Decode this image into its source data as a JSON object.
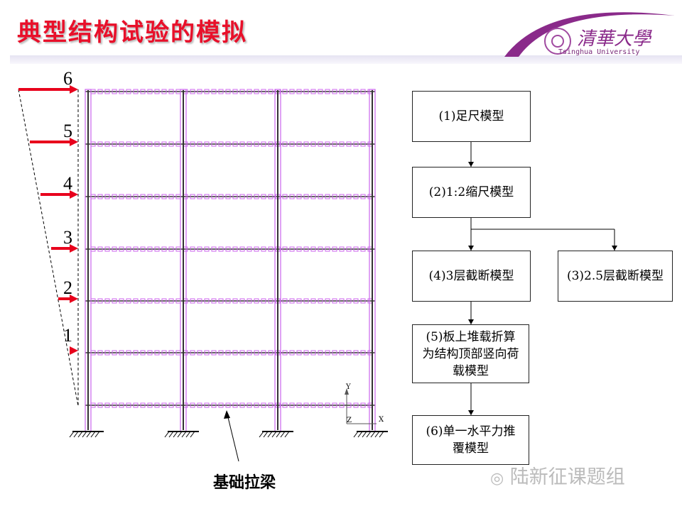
{
  "title": "典型结构试验的模拟",
  "logo": {
    "cn": "清華大學",
    "en": "Tsinghua University"
  },
  "floor_labels": [
    "1",
    "2",
    "3",
    "4",
    "5",
    "6"
  ],
  "beam_label": "基础拉梁",
  "axis": {
    "x": "X",
    "y": "Y",
    "z": "Z"
  },
  "flow": {
    "b1": "(1)足尺模型",
    "b2": "(2)1:2缩尺模型",
    "b4": "(4)3层截断模型",
    "b3": "(3)2.5层截断模型",
    "b5": "(5)板上堆载折算为结构顶部竖向荷载模型",
    "b6": "(6)单一水平力推覆模型"
  },
  "watermark": "陆新征课题组",
  "colors": {
    "title": "#e8102a",
    "arrow": "#e8001c",
    "mesh": "#cc66ee",
    "brand": "#8a2a8a"
  }
}
